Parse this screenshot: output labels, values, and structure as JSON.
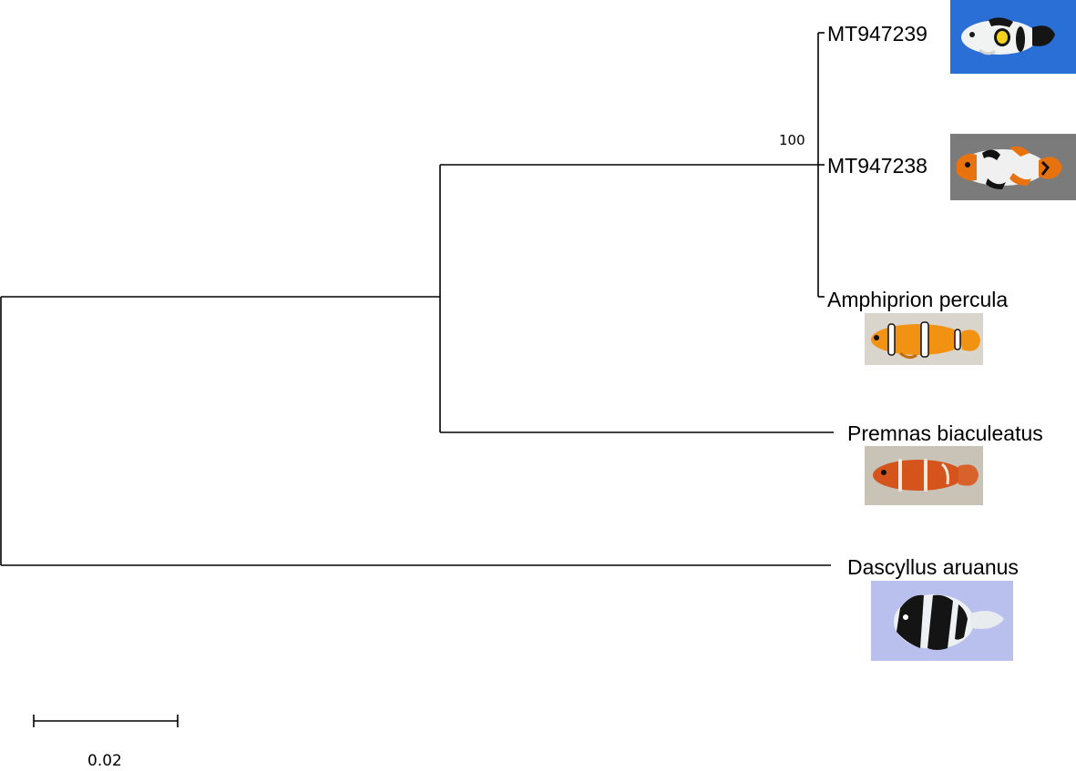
{
  "tree": {
    "taxa": [
      {
        "id": "mt947239",
        "label": "MT947239",
        "photo": "white-black-clownfish-photo",
        "photo_bg": "#2a6fd6"
      },
      {
        "id": "mt947238",
        "label": "MT947238",
        "photo": "orange-white-clownfish-photo",
        "photo_bg": "#7d7d7d"
      },
      {
        "id": "percula",
        "label": "Amphiprion percula",
        "photo": "orange-clownfish-photo",
        "photo_bg": "#d8d4cc"
      },
      {
        "id": "premnas",
        "label": "Premnas biaculeatus",
        "photo": "maroon-clownfish-photo",
        "photo_bg": "#c8c2b6"
      },
      {
        "id": "dascyllus",
        "label": "Dascyllus aruanus",
        "photo": "humbug-damselfish-photo",
        "photo_bg": "#b8c0ee"
      }
    ],
    "bootstrap": [
      {
        "node": "clownfish-clade",
        "value": "100"
      }
    ],
    "scale_bar": {
      "label": "0.02"
    }
  }
}
